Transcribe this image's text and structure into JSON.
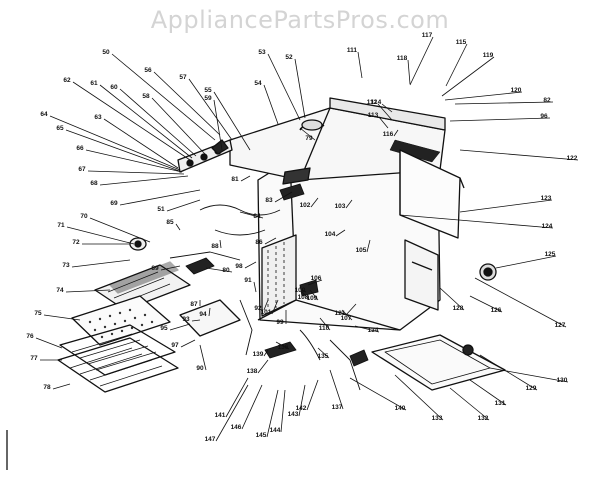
{
  "watermark": "AppliancePartsPros.com",
  "part_labels": [
    "50",
    "56",
    "57",
    "55",
    "53",
    "52",
    "111",
    "113",
    "117",
    "118",
    "119",
    "114",
    "120",
    "82",
    "96",
    "112",
    "62",
    "61",
    "60",
    "58",
    "59",
    "54",
    "63",
    "64",
    "65",
    "66",
    "67",
    "68",
    "69",
    "83",
    "81",
    "51",
    "84",
    "70",
    "71",
    "72",
    "73",
    "74",
    "75",
    "76",
    "77",
    "78",
    "80",
    "79",
    "86",
    "85",
    "87",
    "88",
    "89",
    "90",
    "91",
    "92",
    "93",
    "94",
    "95",
    "97",
    "98",
    "99",
    "100",
    "101",
    "102",
    "103",
    "104",
    "105",
    "106",
    "107",
    "108",
    "109",
    "110",
    "115",
    "116",
    "121",
    "122",
    "123",
    "124",
    "125",
    "126",
    "127",
    "128",
    "129",
    "130",
    "131",
    "132",
    "133",
    "134",
    "135",
    "136",
    "137",
    "138",
    "139",
    "140",
    "141",
    "142",
    "143",
    "144",
    "145",
    "146",
    "147"
  ]
}
